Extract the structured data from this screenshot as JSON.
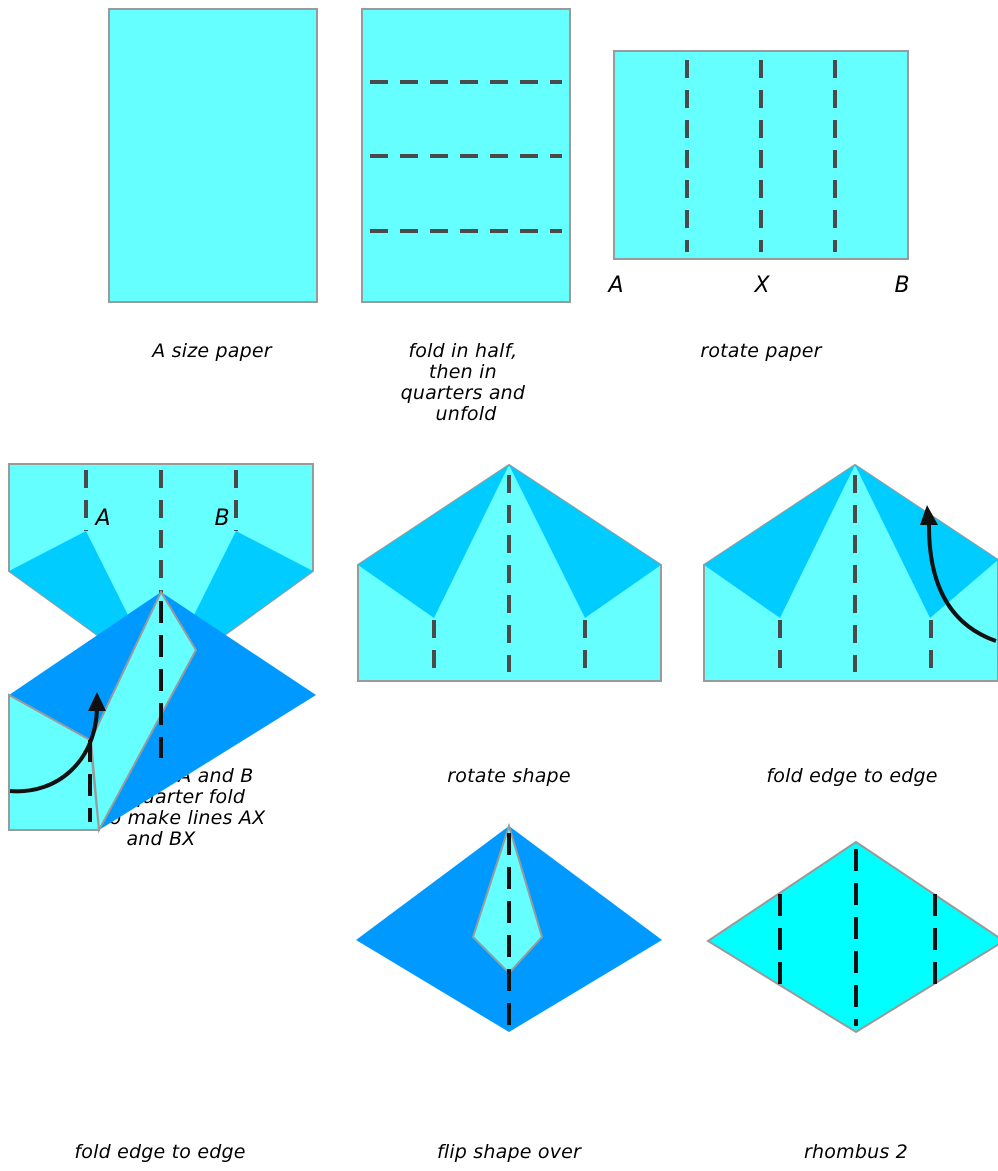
{
  "steps": [
    {
      "caption": [
        "A size paper"
      ]
    },
    {
      "caption": [
        "fold in half,",
        "then in",
        "quarters and",
        "unfold"
      ]
    },
    {
      "caption": [
        "rotate paper"
      ]
    },
    {
      "caption": [
        "roll corners A and B",
        "along quarter fold",
        "lines to make lines AX",
        "and BX"
      ]
    },
    {
      "caption": [
        "rotate shape"
      ]
    },
    {
      "caption": [
        "fold edge to edge"
      ]
    },
    {
      "caption": [
        "fold edge to edge"
      ]
    },
    {
      "caption": [
        "flip shape over"
      ]
    },
    {
      "caption": [
        "rhombus 2"
      ]
    }
  ],
  "point_labels": {
    "a": "A",
    "x": "X",
    "b": "B"
  },
  "colors": {
    "paper": "#66ffff",
    "flap": "#00ccff",
    "flap_dark": "#0099ff",
    "rhombus": "#00ffff",
    "fold_line": "#4a4a4a"
  }
}
